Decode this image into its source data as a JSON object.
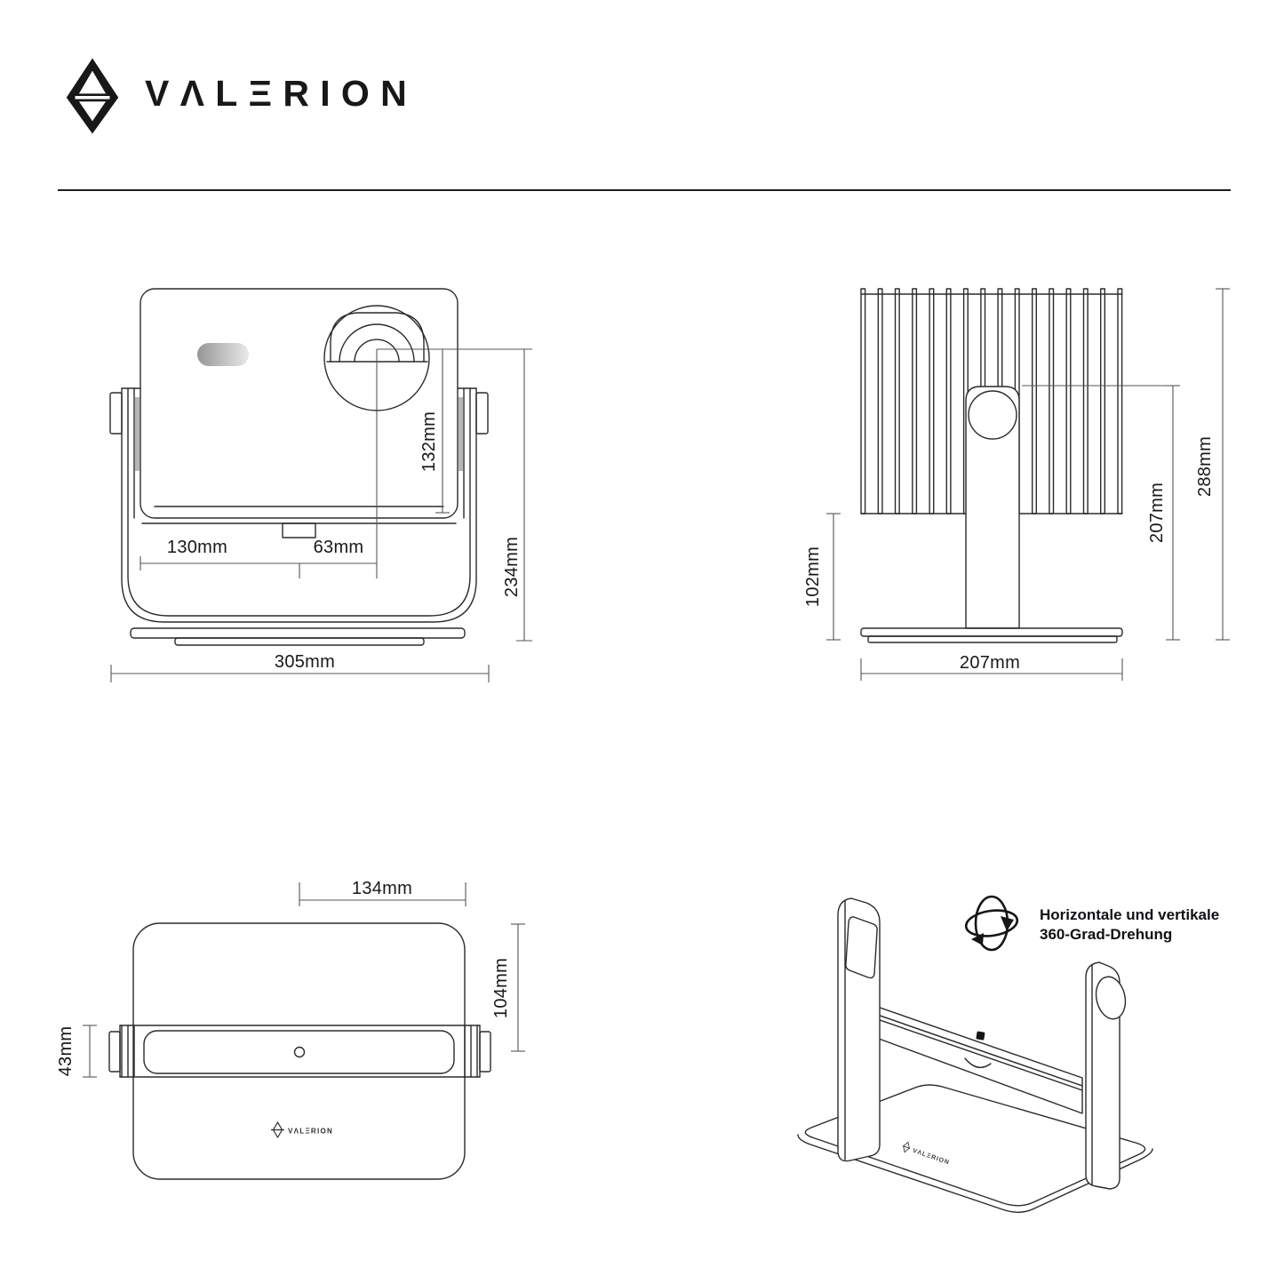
{
  "header": {
    "brand_name": "VALERION",
    "brand_display": "VΛLΞRION"
  },
  "front_view": {
    "dims": {
      "left_to_center": "130mm",
      "center_to_lens": "63mm",
      "lens_to_bottom": "132mm",
      "total_height": "234mm",
      "total_width": "305mm"
    }
  },
  "rear_view": {
    "dims": {
      "base_to_fins": "102mm",
      "hinge_height": "207mm",
      "total_height": "288mm",
      "base_width": "207mm"
    }
  },
  "top_view": {
    "brand_display": "VΛLΞRION",
    "dims": {
      "center_to_edge": "134mm",
      "edge_to_bar_center": "104mm",
      "bar_depth": "43mm"
    }
  },
  "iso_view": {
    "caption_line1": "Horizontale und vertikale",
    "caption_line2": "360-Grad-Drehung",
    "brand_display": "VΛLΞRION"
  },
  "colors": {
    "line": "#2b2b2b",
    "dimension_line": "#55565a",
    "text": "#18181a",
    "background": "#ffffff"
  }
}
